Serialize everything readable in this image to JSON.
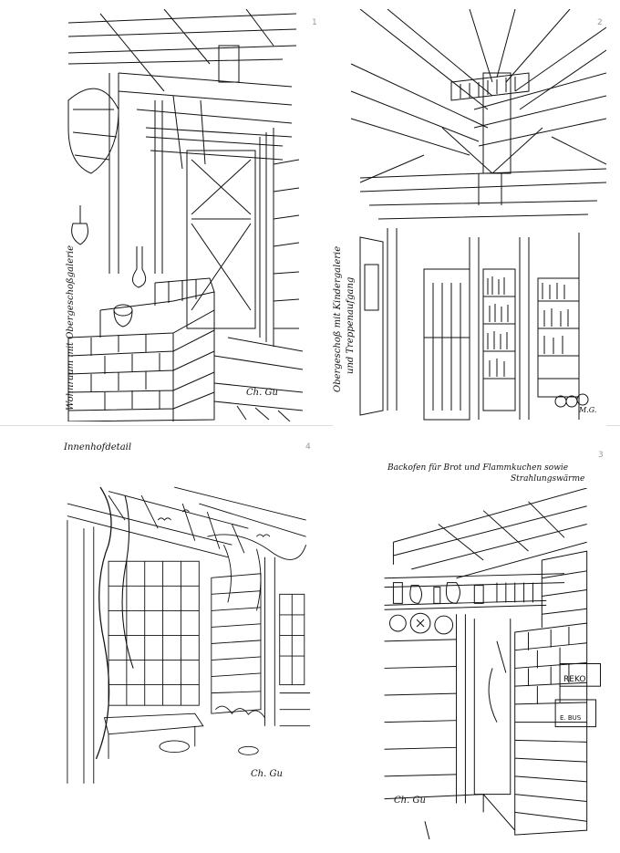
{
  "panels": [
    {
      "caption": "Wohnraum mit Obergeschoßgalerie",
      "page_number": "1",
      "signature": "Ch. Gu"
    },
    {
      "caption_line1": "Obergeschoß mit Kindergalerie",
      "caption_line2": "und Treppenaufgang",
      "page_number": "2",
      "signature": "M.G."
    },
    {
      "caption": "Innenhofdetail",
      "page_number": "4",
      "signature": "Ch. Gu"
    },
    {
      "caption_line1": "Backofen für Brot und Flammkuchen sowie",
      "caption_line2": "Strahlungswärme",
      "page_number": "3",
      "signature": "Ch. Gu",
      "sign_text_1": "REKO",
      "sign_text_2": "E. BUS"
    }
  ]
}
